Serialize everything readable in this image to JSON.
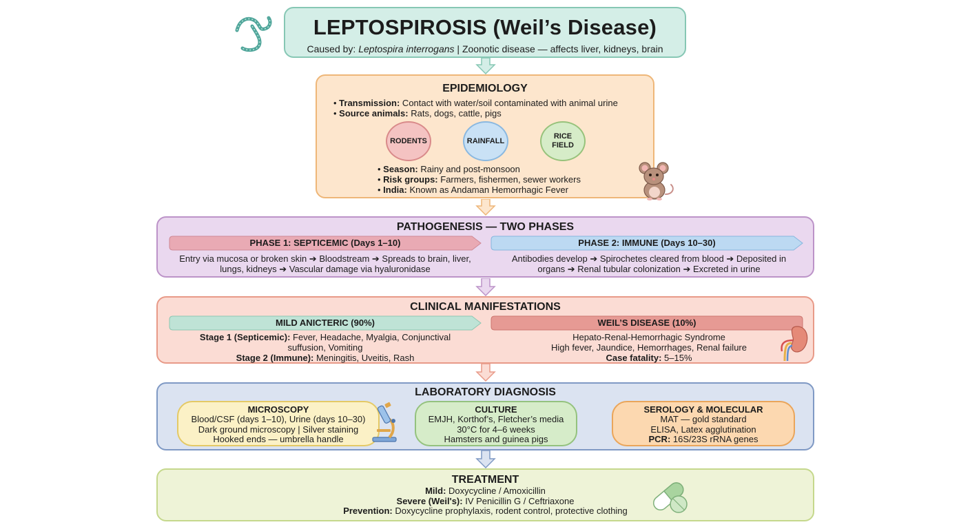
{
  "header": {
    "title": "LEPTOSPIROSIS (Weil’s Disease)",
    "subtitle_prefix": "Caused by: ",
    "organism": "Leptospira interrogans",
    "subtitle_suffix": " | Zoonotic disease — affects liver, kidneys, brain"
  },
  "epidemiology": {
    "title": "EPIDEMIOLOGY",
    "transmission_label": "Transmission:",
    "transmission": " Contact with water/soil contaminated with animal urine",
    "source_label": "Source animals:",
    "source": " Rats, dogs, cattle, pigs",
    "circles": [
      "RODENTS",
      "RAINFALL",
      "RICE",
      "FIELD"
    ],
    "season_label": "Season:",
    "season": " Rainy and post-monsoon",
    "risk_label": "Risk groups:",
    "risk": " Farmers, fishermen, sewer workers",
    "india_label": "India:",
    "india": " Known as Andaman Hemorrhagic Fever"
  },
  "pathogenesis": {
    "title": "PATHOGENESIS — TWO PHASES",
    "phase1_title": "PHASE 1: SEPTICEMIC (Days 1–10)",
    "phase1_l1": "Entry via mucosa or broken skin ➔ Bloodstream ➔ Spreads to brain, liver,",
    "phase1_l2": "lungs, kidneys ➔ Vascular damage via hyaluronidase",
    "phase2_title": "PHASE 2: IMMUNE (Days 10–30)",
    "phase2_l1": "Antibodies develop ➔ Spirochetes cleared from blood ➔ Deposited in",
    "phase2_l2": "organs ➔ Renal tubular colonization ➔ Excreted in urine"
  },
  "clinical": {
    "title": "CLINICAL MANIFESTATIONS",
    "mild_title": "MILD ANICTERIC (90%)",
    "stage1_label": "Stage 1 (Septicemic):",
    "stage1": " Fever, Headache, Myalgia, Conjunctival",
    "stage1_cont": "suffusion, Vomiting",
    "stage2_label": "Stage 2 (Immune):",
    "stage2": " Meningitis, Uveitis, Rash",
    "weil_title": "WEIL’S DISEASE (10%)",
    "weil_l1": "Hepato-Renal-Hemorrhagic Syndrome",
    "weil_l2": "High fever, Jaundice, Hemorrhages, Renal failure",
    "fatality_label": "Case fatality:",
    "fatality": " 5–15%"
  },
  "lab": {
    "title": "LABORATORY DIAGNOSIS",
    "micro_title": "MICROSCOPY",
    "micro_l1": "Blood/CSF (days 1–10), Urine (days 10–30)",
    "micro_l2": "Dark ground microscopy | Silver staining",
    "micro_l3": "Hooked ends — umbrella handle",
    "culture_title": "CULTURE",
    "culture_l1": "EMJH, Korthof’s, Fletcher’s media",
    "culture_l2": "30°C for 4–6 weeks",
    "culture_l3": "Hamsters and guinea pigs",
    "sero_title": "SEROLOGY & MOLECULAR",
    "sero_l1": "MAT — gold standard",
    "sero_l2": "ELISA, Latex agglutination",
    "pcr_label": "PCR:",
    "pcr": " 16S/23S rRNA genes"
  },
  "treatment": {
    "title": "TREATMENT",
    "mild_label": "Mild:",
    "mild": " Doxycycline / Amoxicillin",
    "severe_label": "Severe (Weil's):",
    "severe": " IV Penicillin G / Ceftriaxone",
    "prevention_label": "Prevention:",
    "prevention": " Doxycycline prophylaxis, rodent control, protective clothing"
  },
  "icons": [
    "spirochete-icon",
    "rat-icon",
    "kidney-icon",
    "microscope-icon",
    "capsule-icon"
  ],
  "colors": {
    "title_bg": "#d4eee7",
    "epi_bg": "#fde6cd",
    "patho_bg": "#ead8ef",
    "clinical_bg": "#fbdcd4",
    "lab_bg": "#dbe3f1",
    "treatment_bg": "#eef3d7"
  }
}
